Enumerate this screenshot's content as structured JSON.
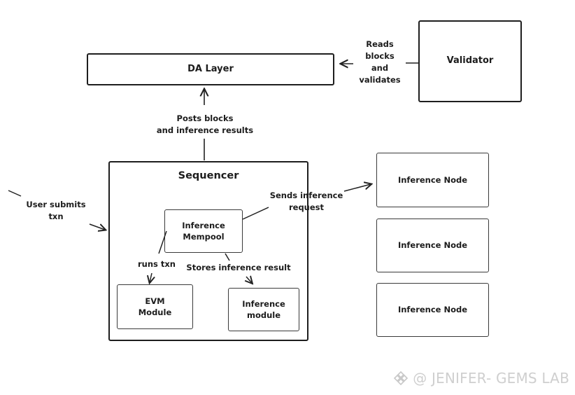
{
  "boxes": {
    "da_layer": "DA Layer",
    "validator": "Validator",
    "sequencer": "Sequencer",
    "inference_mempool": [
      "Inference",
      "Mempool"
    ],
    "evm_module": [
      "EVM",
      "Module"
    ],
    "inference_module": [
      "Inference",
      "module"
    ],
    "inference_node_1": "Inference Node",
    "inference_node_2": "Inference Node",
    "inference_node_3": "Inference Node"
  },
  "labels": {
    "reads_blocks": [
      "Reads",
      "blocks",
      "and",
      "validates"
    ],
    "posts_blocks": [
      "Posts blocks",
      "and inference results"
    ],
    "user_submits": [
      "User submits",
      "txn"
    ],
    "sends_inference": [
      "Sends inference",
      "request"
    ],
    "runs_txn": "runs txn",
    "stores_result": "Stores inference result"
  },
  "watermark": "@ JENIFER- GEMS LAB"
}
